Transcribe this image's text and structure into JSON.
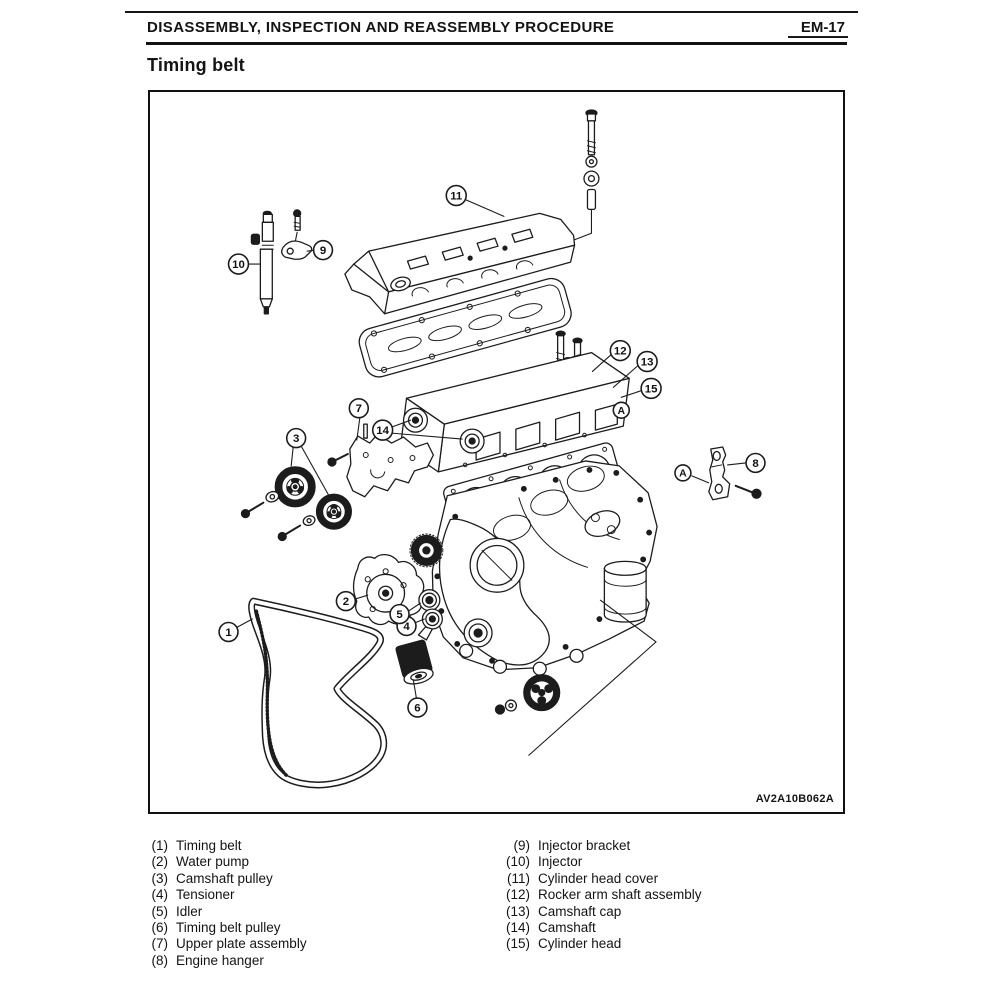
{
  "header": {
    "title": "DISASSEMBLY, INSPECTION AND REASSEMBLY PROCEDURE",
    "page_code": "EM-17"
  },
  "section_title": "Timing belt",
  "figure": {
    "code": "AV2A10B062A",
    "callouts": [
      {
        "n": "1"
      },
      {
        "n": "2"
      },
      {
        "n": "3"
      },
      {
        "n": "4"
      },
      {
        "n": "5"
      },
      {
        "n": "6"
      },
      {
        "n": "7"
      },
      {
        "n": "8"
      },
      {
        "n": "9"
      },
      {
        "n": "10"
      },
      {
        "n": "11"
      },
      {
        "n": "12"
      },
      {
        "n": "13"
      },
      {
        "n": "14"
      },
      {
        "n": "15"
      }
    ],
    "markers": [
      {
        "n": "A"
      },
      {
        "n": "A"
      }
    ]
  },
  "parts_list": {
    "left": [
      {
        "num": "(1)",
        "label": "Timing belt"
      },
      {
        "num": "(2)",
        "label": "Water pump"
      },
      {
        "num": "(3)",
        "label": "Camshaft pulley"
      },
      {
        "num": "(4)",
        "label": "Tensioner"
      },
      {
        "num": "(5)",
        "label": "Idler"
      },
      {
        "num": "(6)",
        "label": "Timing belt pulley"
      },
      {
        "num": "(7)",
        "label": "Upper plate assembly"
      },
      {
        "num": "(8)",
        "label": "Engine hanger"
      }
    ],
    "right": [
      {
        "num": "(9)",
        "label": "Injector bracket"
      },
      {
        "num": "(10)",
        "label": "Injector"
      },
      {
        "num": "(11)",
        "label": "Cylinder head cover"
      },
      {
        "num": "(12)",
        "label": "Rocker arm shaft assembly"
      },
      {
        "num": "(13)",
        "label": "Camshaft cap"
      },
      {
        "num": "(14)",
        "label": "Camshaft"
      },
      {
        "num": "(15)",
        "label": "Cylinder head"
      }
    ]
  }
}
